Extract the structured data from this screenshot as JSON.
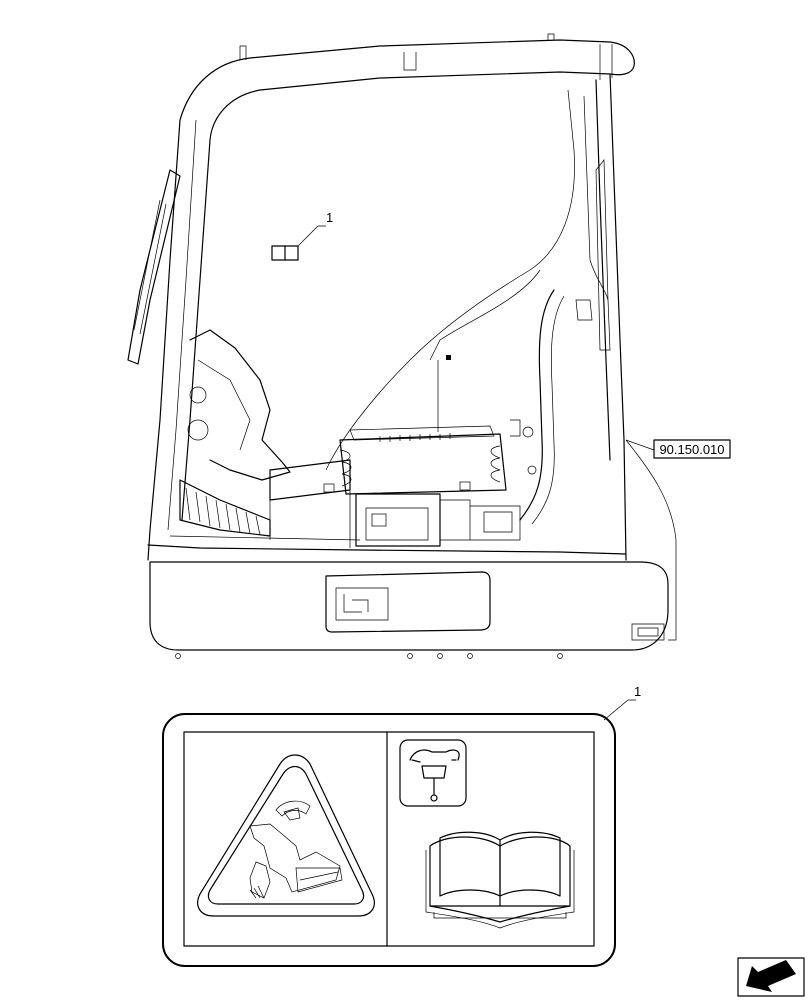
{
  "callouts": {
    "cab_item": "1",
    "decal_item": "1"
  },
  "reference_box": {
    "label": "90.150.010"
  },
  "icons": {
    "decal_left": "excavator-warning-triangle-icon",
    "decal_top_right": "seat-belt-icon",
    "decal_bottom_right": "operator-manual-book-icon",
    "nav": "next-page-arrow-icon"
  }
}
